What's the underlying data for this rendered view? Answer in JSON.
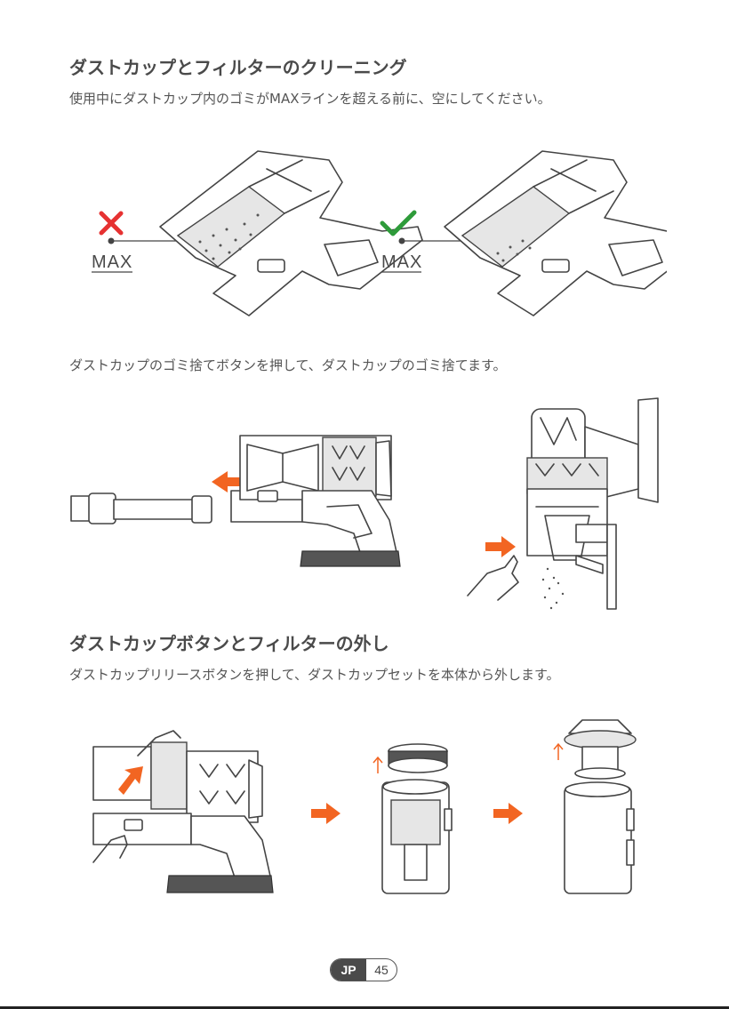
{
  "section1": {
    "title": "ダストカップとフィルターのクリーニング",
    "desc": "使用中にダストカップ内のゴミがMAXラインを超える前に、空にしてください。",
    "max_label_wrong": "MAX",
    "max_label_right": "MAX"
  },
  "step2": {
    "desc": "ダストカップのゴミ捨てボタンを押して、ダストカップのゴミ捨てます。"
  },
  "section2": {
    "title": "ダストカップボタンとフィルターの外し",
    "desc": "ダストカップリリースボタンを押して、ダストカップセットを本体から外します。"
  },
  "page_badge": {
    "lang": "JP",
    "number": "45"
  },
  "colors": {
    "accent": "#f26522",
    "cross": "#e63232",
    "check": "#2e9b3a",
    "line": "#444444"
  },
  "icons": [
    "cross-icon",
    "check-icon",
    "arrow-right-icon",
    "arrow-left-icon",
    "arrow-up-icon"
  ]
}
